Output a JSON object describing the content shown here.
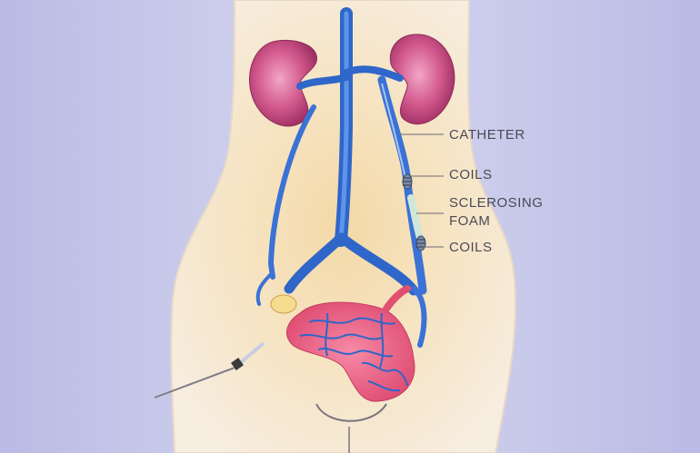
{
  "labels": {
    "catheter": "CATHETER",
    "coils_upper": "COILS",
    "sclerosing_line1": "SCLEROSING",
    "sclerosing_line2": "FOAM",
    "coils_lower": "COILS"
  },
  "colors": {
    "background": "#c3c4e6",
    "body": "#f4e4c6",
    "vein": "#3f7ad8",
    "kidney": "#c8457e",
    "uterus_vessels": "#e7577a",
    "foam": "#cfe7d8",
    "label_text": "#4a4a55"
  }
}
